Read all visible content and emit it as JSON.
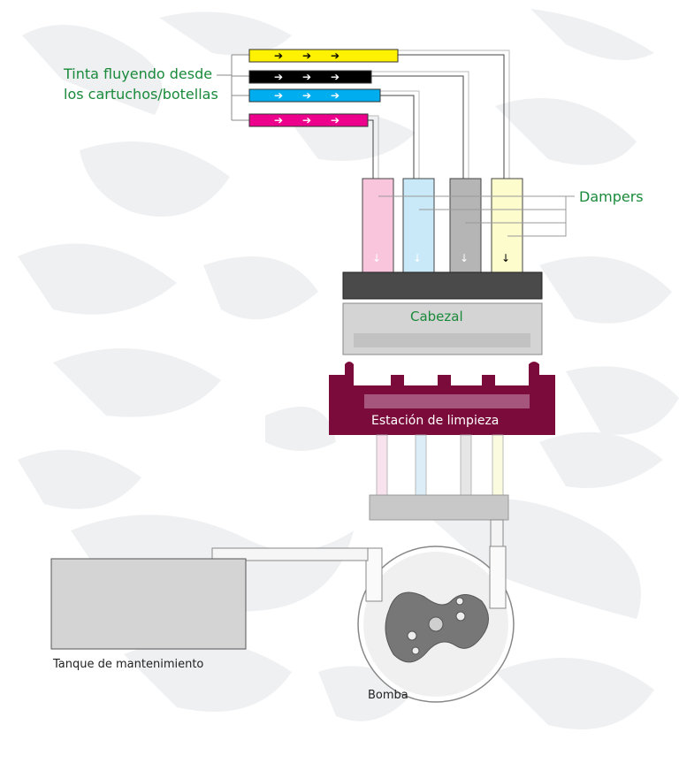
{
  "labels": {
    "ink_flow": [
      "Tinta fluyendo desde",
      "los cartuchos/botellas"
    ],
    "dampers": "Dampers",
    "head": "Cabezal",
    "cleaning_station": "Estación de limpieza",
    "maintenance_tank": "Tanque de mantenimiento",
    "pump": "Bomba"
  },
  "ink_colors": {
    "yellow": "#fff200",
    "black": "#000000",
    "cyan": "#00aeef",
    "magenta": "#ec008c"
  },
  "colors": {
    "label_green": "#1a8a3a",
    "station": "#7b0b3a",
    "head_bar": "#4a4a4a",
    "tank": "#d4d4d4"
  }
}
